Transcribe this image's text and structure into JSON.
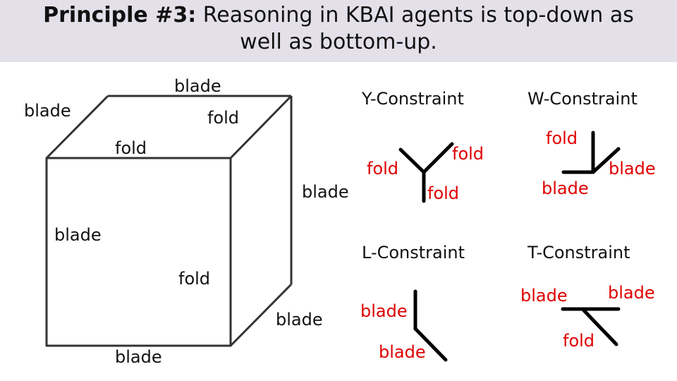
{
  "title": {
    "prefix": "Principle #3:",
    "line1": "Reasoning in KBAI agents is top-down as",
    "line2": "well as bottom-up."
  },
  "cube_labels": {
    "top_back": "blade",
    "top_left": "blade",
    "top_inner": "fold",
    "top_front": "fold",
    "right_upper": "blade",
    "front_left": "blade",
    "front_inner": "fold",
    "right_lower": "blade",
    "bottom": "blade"
  },
  "constraints": {
    "y": {
      "heading": "Y-Constraint",
      "left": "fold",
      "right": "fold",
      "bottom": "fold"
    },
    "w": {
      "heading": "W-Constraint",
      "top": "fold",
      "right": "blade",
      "bottom": "blade"
    },
    "l": {
      "heading": "L-Constraint",
      "top": "blade",
      "bottom": "blade"
    },
    "t": {
      "heading": "T-Constraint",
      "left": "blade",
      "right": "blade",
      "bottom": "fold"
    }
  },
  "colors": {
    "header_bg": "#e4e0ea",
    "label_red": "#e00000",
    "line": "#333333"
  }
}
